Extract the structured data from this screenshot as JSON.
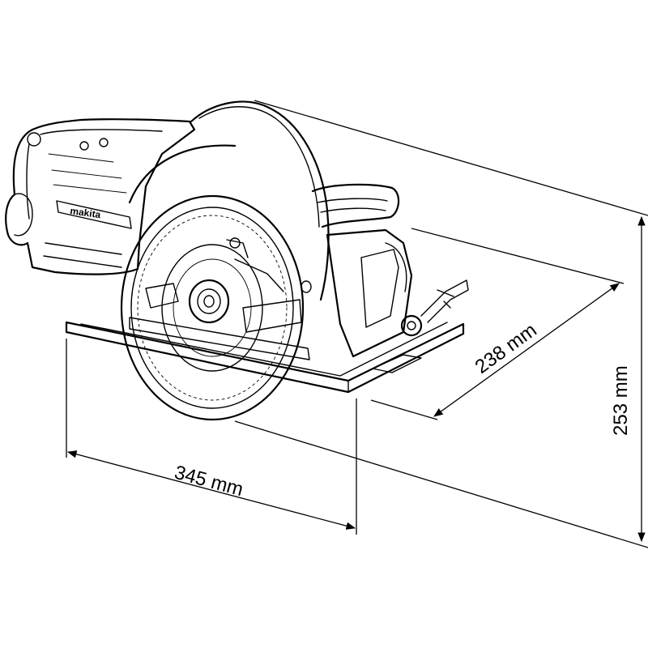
{
  "brand_logo": "makita",
  "dimensions": {
    "length": "345 mm",
    "width": "238 mm",
    "height": "253 mm"
  }
}
